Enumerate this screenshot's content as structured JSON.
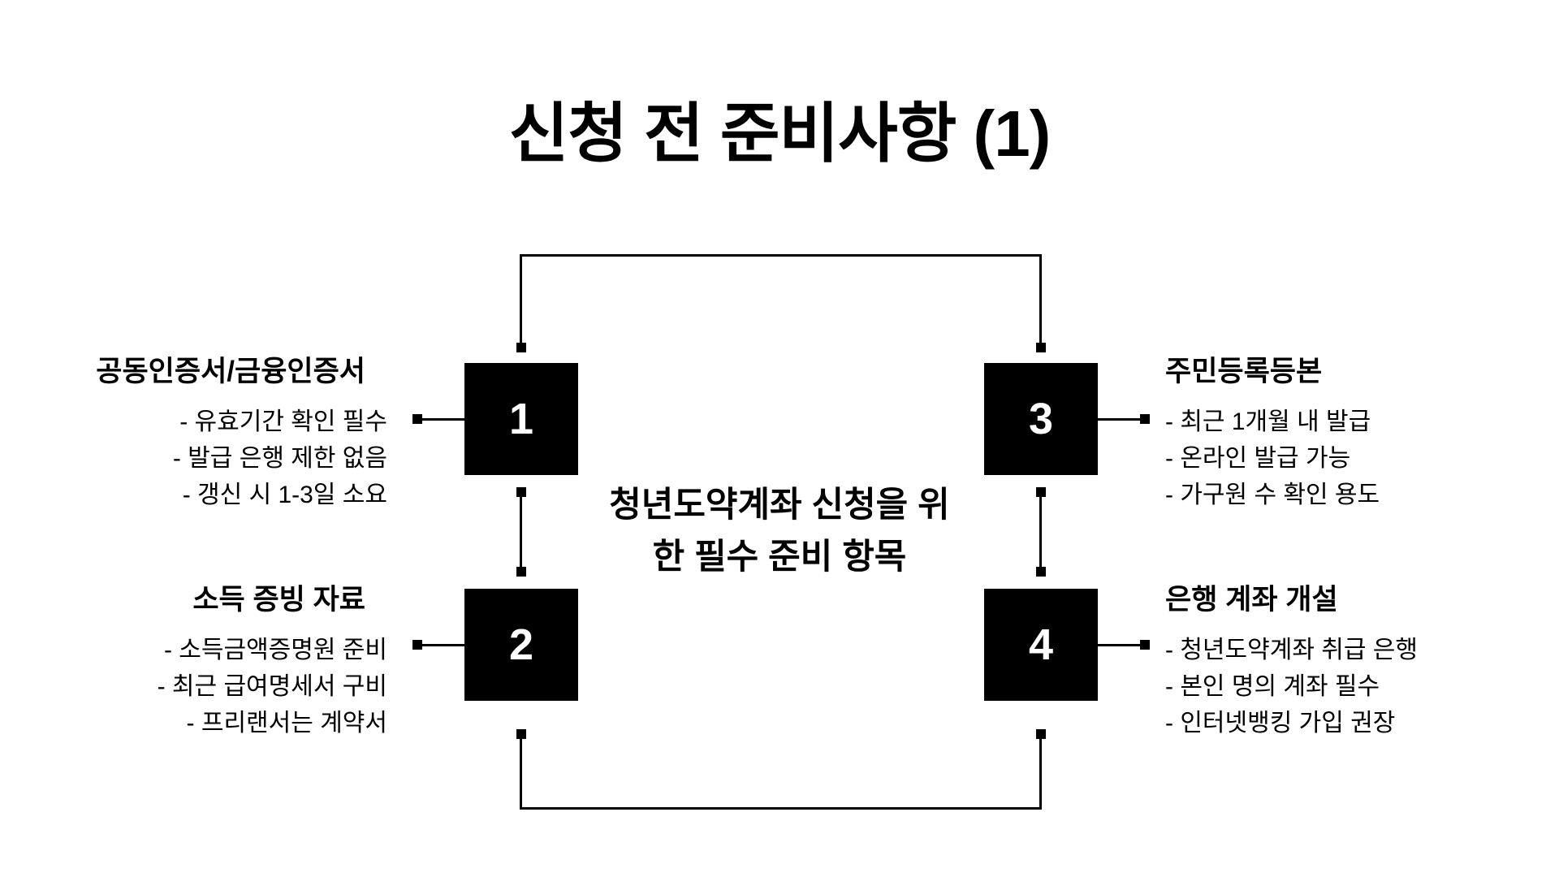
{
  "slide": {
    "title": "신청 전 준비사항 (1)",
    "center_note": {
      "line1": "청년도약계좌 신청을 위",
      "line2": "한 필수 준비 항목"
    },
    "steps": [
      {
        "number": "1",
        "title": "공동인증서/금융인증서",
        "points": [
          "- 유효기간 확인 필수",
          "- 발급 은행 제한 없음",
          "- 갱신 시 1-3일 소요"
        ]
      },
      {
        "number": "2",
        "title": "소득 증빙 자료",
        "points": [
          "- 소득금액증명원 준비",
          "- 최근 급여명세서 구비",
          "- 프리랜서는 계약서"
        ]
      },
      {
        "number": "3",
        "title": "주민등록등본",
        "points": [
          "- 최근 1개월 내 발급",
          "- 온라인 발급 가능",
          "- 가구원 수 확인 용도"
        ]
      },
      {
        "number": "4",
        "title": "은행 계좌 개설",
        "points": [
          "- 청년도약계좌 취급 은행",
          "- 본인 명의 계좌 필수",
          "- 인터넷뱅킹 가입 권장"
        ]
      }
    ],
    "colors": {
      "background": "#ffffff",
      "box_fill": "#000000",
      "box_number": "#ffffff",
      "line": "#000000",
      "text": "#000000"
    }
  }
}
